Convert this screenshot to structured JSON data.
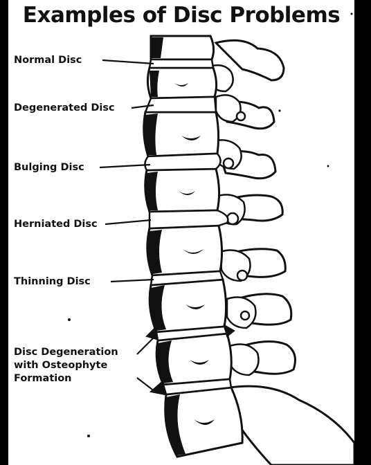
{
  "title": "Examples of Disc Problems",
  "labels": [
    "Normal Disc",
    "Degenerated Disc",
    "Bulging Disc",
    "Herniated Disc",
    "Thinning Disc",
    "Disc Degeneration with Osteophyte Formation"
  ],
  "colors": {
    "background": "#ffffff",
    "frame": "#000000",
    "ink": "#111111"
  }
}
